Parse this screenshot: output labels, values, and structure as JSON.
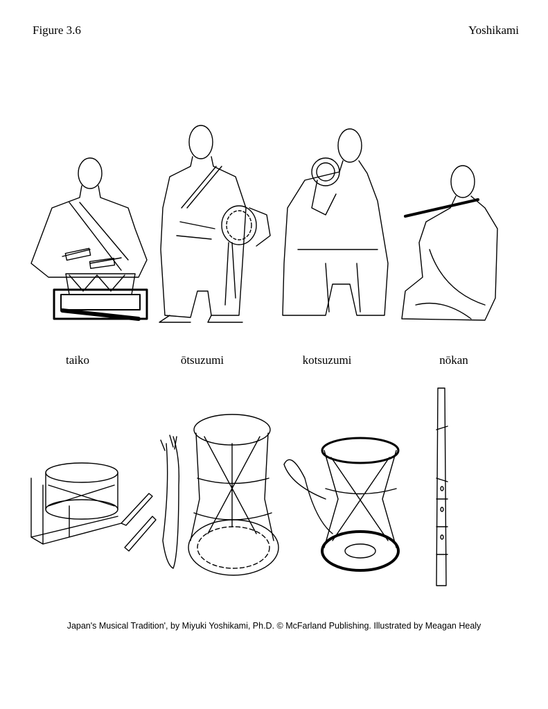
{
  "header": {
    "figure_label": "Figure 3.6",
    "author": "Yoshikami"
  },
  "instruments": [
    {
      "name": "taiko"
    },
    {
      "name": "ōtsuzumi"
    },
    {
      "name": "kotsuzumi"
    },
    {
      "name": "nōkan"
    }
  ],
  "caption": "Japan's Musical Tradition', by Miyuki Yoshikami, Ph.D. © McFarland Publishing. Illustrated by Meagan Healy"
}
